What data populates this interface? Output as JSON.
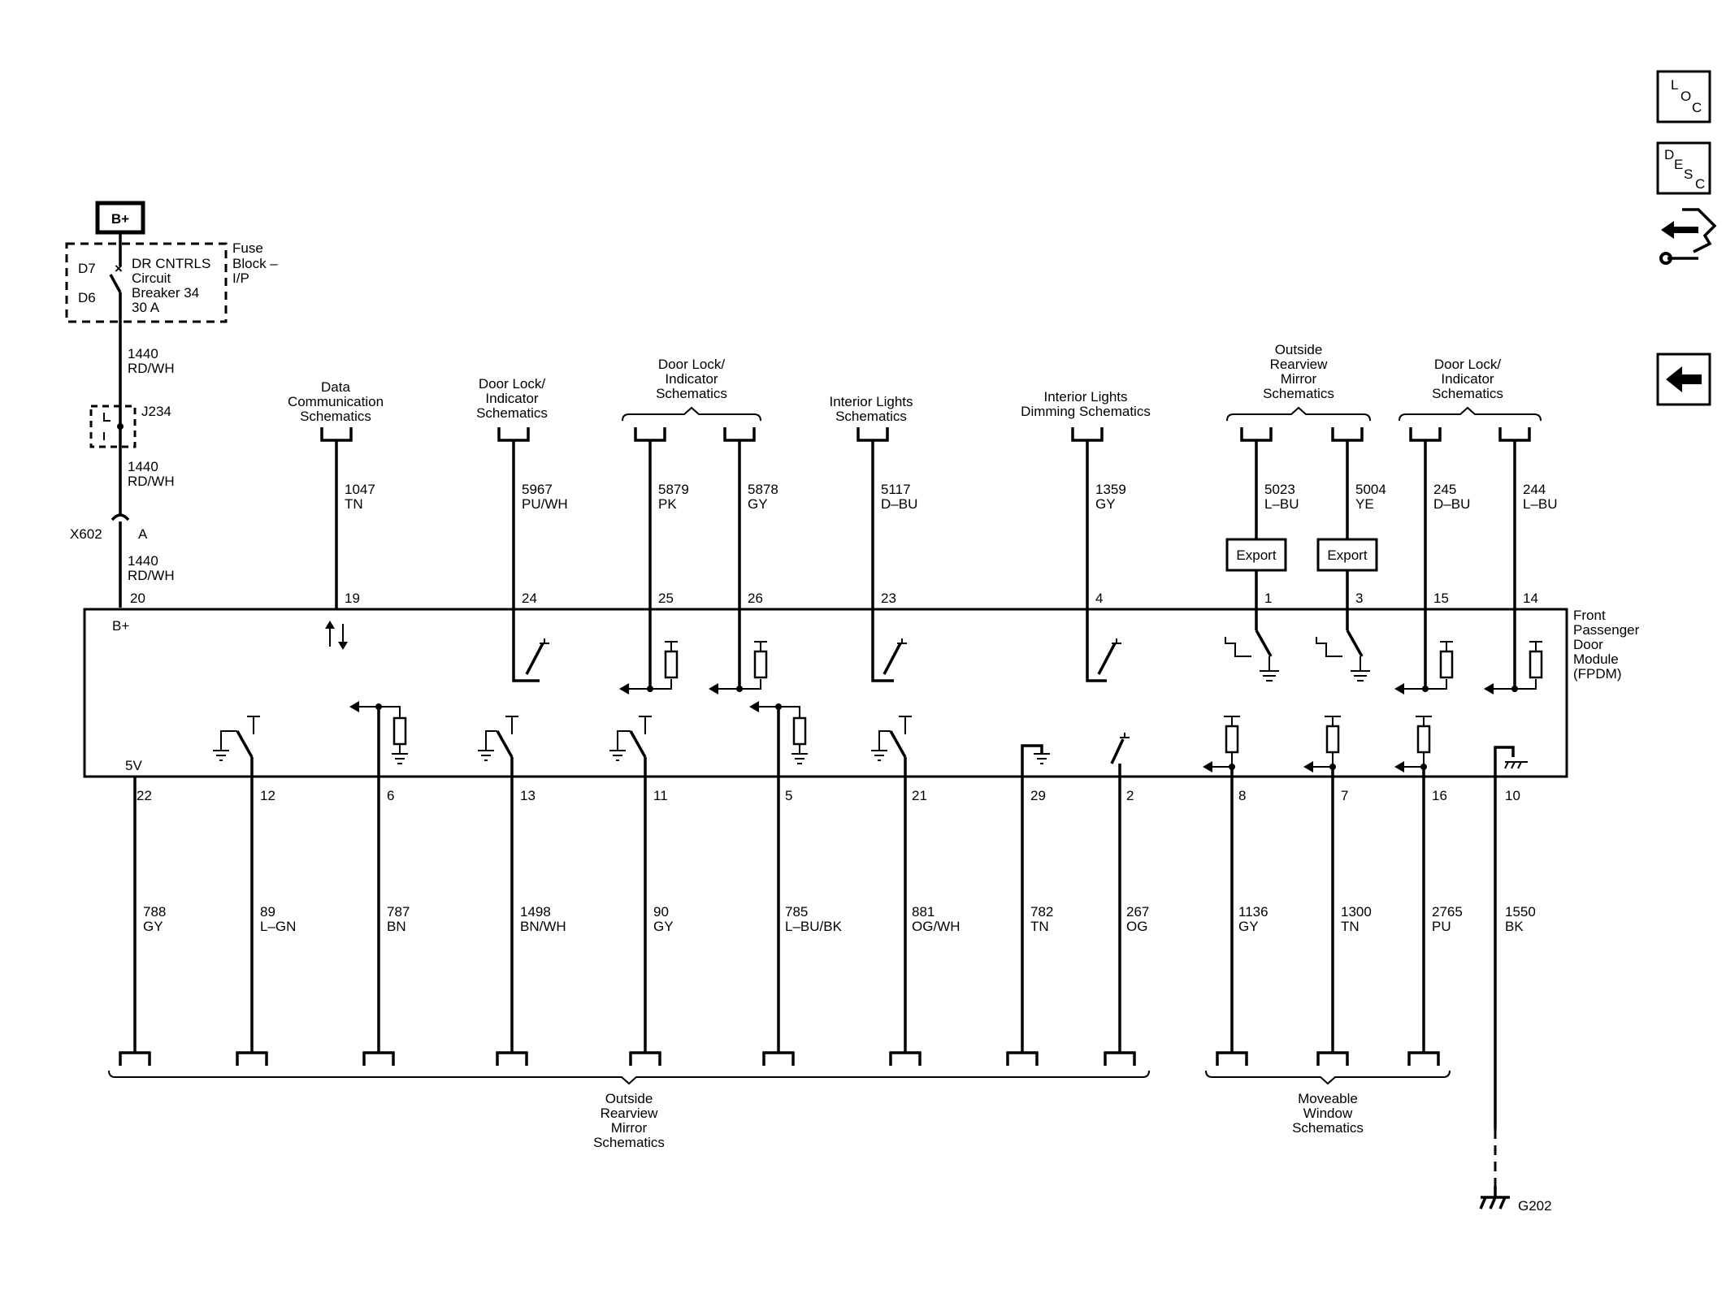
{
  "supply": {
    "battery_label": "B+",
    "fuse_block_label": [
      "Fuse",
      "Block –",
      "I/P"
    ],
    "cavity_in": "D7",
    "cavity_out": "D6",
    "breaker_label": [
      "DR CNTRLS",
      "Circuit",
      "Breaker 34",
      "30 A"
    ],
    "wire_1": [
      "1440",
      "RD/WH"
    ],
    "splice": "J234",
    "wire_2": [
      "1440",
      "RD/WH"
    ],
    "connector": "X602",
    "connector_pin": "A",
    "wire_3": [
      "1440",
      "RD/WH"
    ]
  },
  "module": {
    "name": [
      "Front",
      "Passenger",
      "Door",
      "Module",
      "(FPDM)"
    ],
    "bplus_label": "B+",
    "fivev_label": "5V"
  },
  "top_refs": [
    {
      "lines": [
        "Data",
        "Communication",
        "Schematics"
      ]
    },
    {
      "lines": [
        "Door Lock/",
        "Indicator",
        "Schematics"
      ]
    },
    {
      "lines": [
        "Door Lock/",
        "Indicator",
        "Schematics"
      ]
    },
    {
      "lines": [
        "Interior Lights",
        "Schematics"
      ]
    },
    {
      "lines": [
        "Interior Lights",
        "Dimming Schematics"
      ]
    },
    {
      "lines": [
        "Outside",
        "Rearview",
        "Mirror",
        "Schematics"
      ]
    },
    {
      "lines": [
        "Door Lock/",
        "Indicator",
        "Schematics"
      ]
    }
  ],
  "top_wires": [
    {
      "pin": "20",
      "circuit": "1440",
      "color": "RD/WH"
    },
    {
      "pin": "19",
      "circuit": "1047",
      "color": "TN"
    },
    {
      "pin": "24",
      "circuit": "5967",
      "color": "PU/WH"
    },
    {
      "pin": "25",
      "circuit": "5879",
      "color": "PK"
    },
    {
      "pin": "26",
      "circuit": "5878",
      "color": "GY"
    },
    {
      "pin": "23",
      "circuit": "5117",
      "color": "D–BU"
    },
    {
      "pin": "4",
      "circuit": "1359",
      "color": "GY"
    },
    {
      "pin": "1",
      "circuit": "5023",
      "color": "L–BU"
    },
    {
      "pin": "3",
      "circuit": "5004",
      "color": "YE"
    },
    {
      "pin": "15",
      "circuit": "245",
      "color": "D–BU"
    },
    {
      "pin": "14",
      "circuit": "244",
      "color": "L–BU"
    }
  ],
  "export_label": "Export",
  "bottom_wires": [
    {
      "pin": "22",
      "circuit": "788",
      "color": "GY"
    },
    {
      "pin": "12",
      "circuit": "89",
      "color": "L–GN"
    },
    {
      "pin": "6",
      "circuit": "787",
      "color": "BN"
    },
    {
      "pin": "13",
      "circuit": "1498",
      "color": "BN/WH"
    },
    {
      "pin": "11",
      "circuit": "90",
      "color": "GY"
    },
    {
      "pin": "5",
      "circuit": "785",
      "color": "L–BU/BK"
    },
    {
      "pin": "21",
      "circuit": "881",
      "color": "OG/WH"
    },
    {
      "pin": "29",
      "circuit": "782",
      "color": "TN"
    },
    {
      "pin": "2",
      "circuit": "267",
      "color": "OG"
    },
    {
      "pin": "8",
      "circuit": "1136",
      "color": "GY"
    },
    {
      "pin": "7",
      "circuit": "1300",
      "color": "TN"
    },
    {
      "pin": "16",
      "circuit": "2765",
      "color": "PU"
    },
    {
      "pin": "10",
      "circuit": "1550",
      "color": "BK"
    }
  ],
  "bottom_refs": [
    {
      "lines": [
        "Outside",
        "Rearview",
        "Mirror",
        "Schematics"
      ]
    },
    {
      "lines": [
        "Moveable",
        "Window",
        "Schematics"
      ]
    }
  ],
  "ground": "G202",
  "side_buttons": {
    "loc": [
      "L",
      "O",
      "C"
    ],
    "desc": [
      "D",
      "E",
      "S",
      "C"
    ]
  },
  "colors": {
    "ink": "#000000",
    "paper": "#ffffff"
  }
}
